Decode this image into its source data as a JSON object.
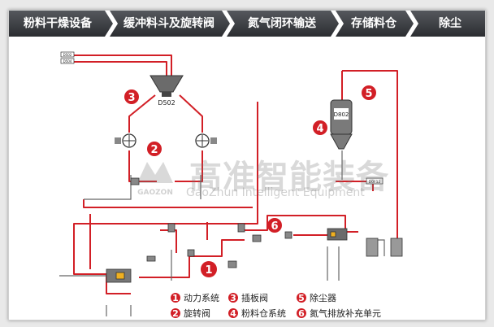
{
  "nav": {
    "tabs": [
      {
        "label": "粉料干燥设备"
      },
      {
        "label": "缓冲料斗及旋转阀"
      },
      {
        "label": "氮气闭环输送"
      },
      {
        "label": "存储料仓"
      },
      {
        "label": "除尘"
      }
    ]
  },
  "diagram": {
    "tag_d502": "D502",
    "tag_d802": "D802",
    "small_tag_1": "D502",
    "small_tag_2": "D504",
    "small_tag_3": "D0F12",
    "watermark_cn": "高准智能装备",
    "watermark_en": "GaoZhun Intelligent Equipment",
    "watermark_logo": "GAOZON",
    "markers": [
      "1",
      "2",
      "3",
      "4",
      "5",
      "6"
    ],
    "legend": [
      {
        "num": "1",
        "text": "动力系统"
      },
      {
        "num": "2",
        "text": "旋转阀"
      },
      {
        "num": "3",
        "text": "插板阀"
      },
      {
        "num": "4",
        "text": "粉料仓系统"
      },
      {
        "num": "5",
        "text": "除尘器"
      },
      {
        "num": "6",
        "text": "氮气排放补充单元"
      }
    ]
  },
  "colors": {
    "pipe": "#d21f26",
    "equipment": "#555555",
    "badge": "#d21f26",
    "nav_bg": "#3a3c40"
  }
}
